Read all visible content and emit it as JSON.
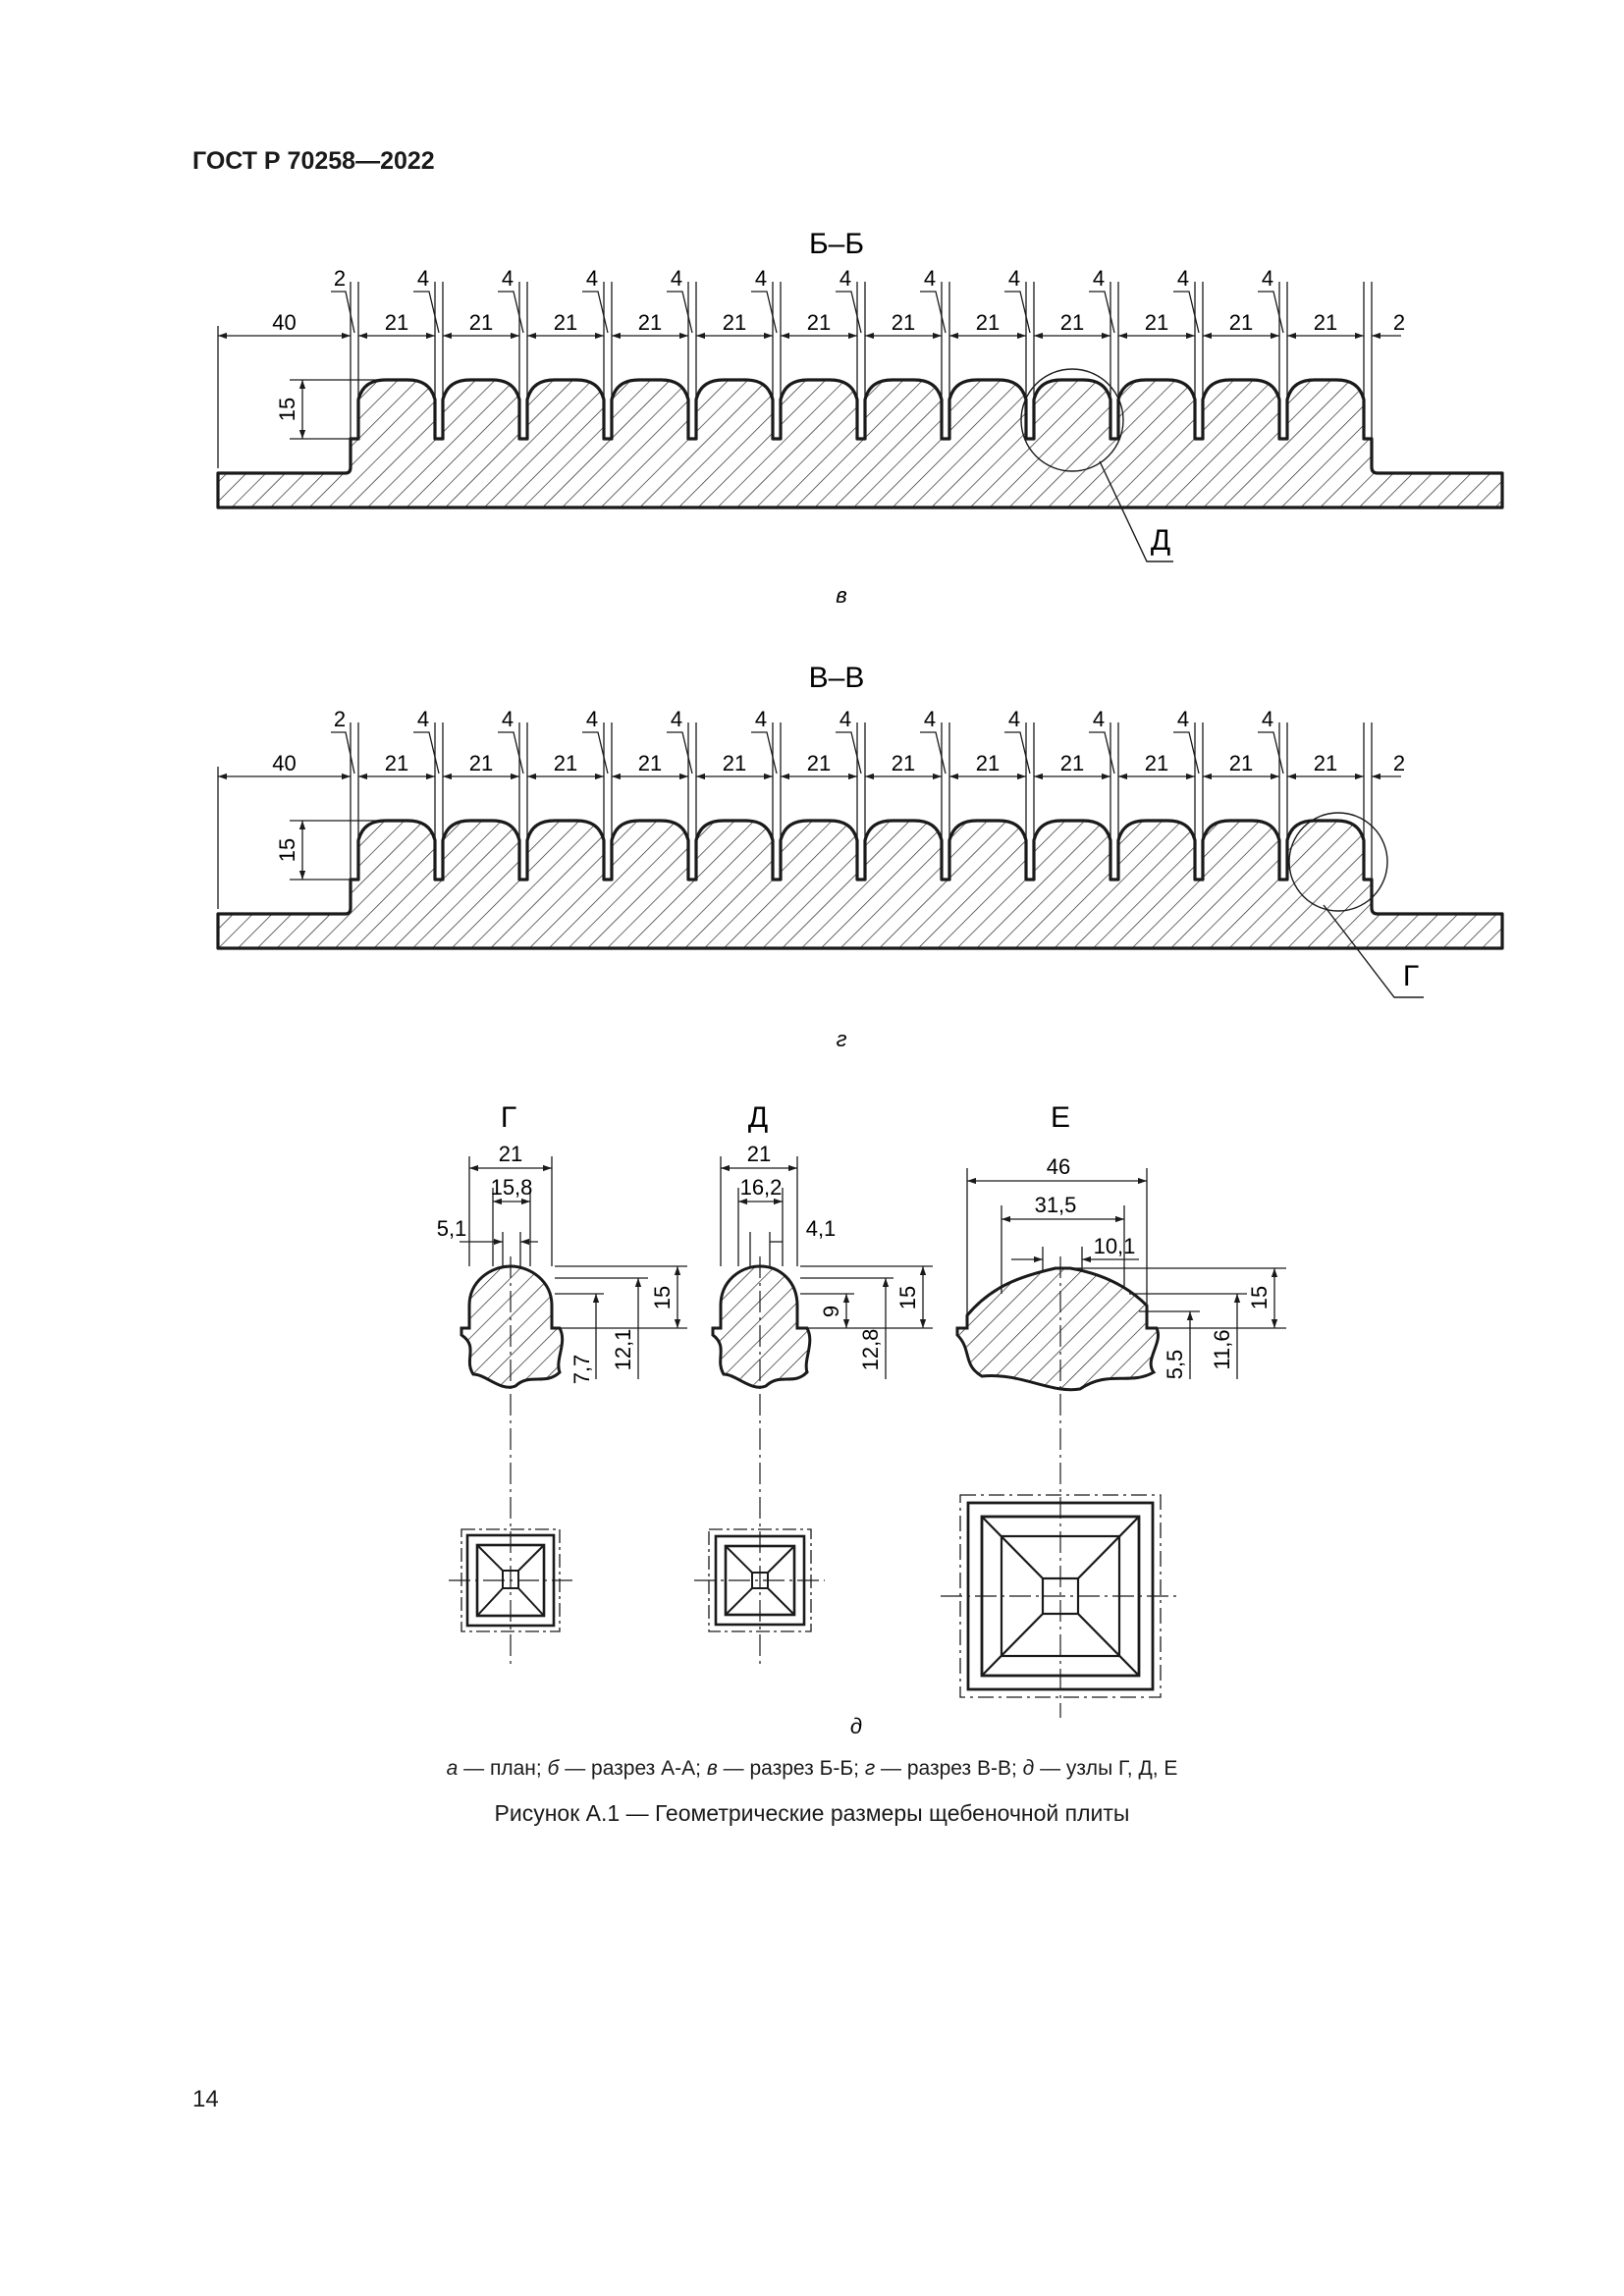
{
  "header": {
    "standard": "ГОСТ Р 70258—2022"
  },
  "page_number": "14",
  "section_bb": {
    "title": "Б–Б",
    "dims": {
      "left": "40",
      "edge": "2",
      "pitch": "21",
      "gap": "4",
      "height": "15"
    },
    "callout": "Д",
    "sublabel": "в"
  },
  "section_vv": {
    "title": "В–В",
    "dims": {
      "left": "40",
      "edge": "2",
      "pitch": "21",
      "gap": "4",
      "height": "15"
    },
    "callout": "Г",
    "sublabel": "г"
  },
  "nodes": {
    "g": {
      "title": "Г",
      "d_width": "21",
      "d_top": "15,8",
      "d_side": "5,1",
      "d_h1": "15",
      "d_h2": "12,1",
      "d_h3": "7,7"
    },
    "d": {
      "title": "Д",
      "d_width": "21",
      "d_top": "16,2",
      "d_side": "4,1",
      "d_h1": "15",
      "d_h2": "12,8",
      "d_h3": "9"
    },
    "e": {
      "title": "Е",
      "d_width": "46",
      "d_top": "31,5",
      "d_side": "10,1",
      "d_h1": "15",
      "d_h2": "11,6",
      "d_h3": "5,5"
    },
    "sublabel": "д"
  },
  "caption": {
    "legend_parts": [
      {
        "key": "а",
        "text": " — план; "
      },
      {
        "key": "б",
        "text": " — разрез А-А; "
      },
      {
        "key": "в",
        "text": " — разрез Б-Б; "
      },
      {
        "key": "г",
        "text": " — разрез В-В; "
      },
      {
        "key": "д",
        "text": " — узлы Г, Д, Е"
      }
    ],
    "title": "Рисунок А.1 — Геометрические размеры щебеночной плиты"
  }
}
